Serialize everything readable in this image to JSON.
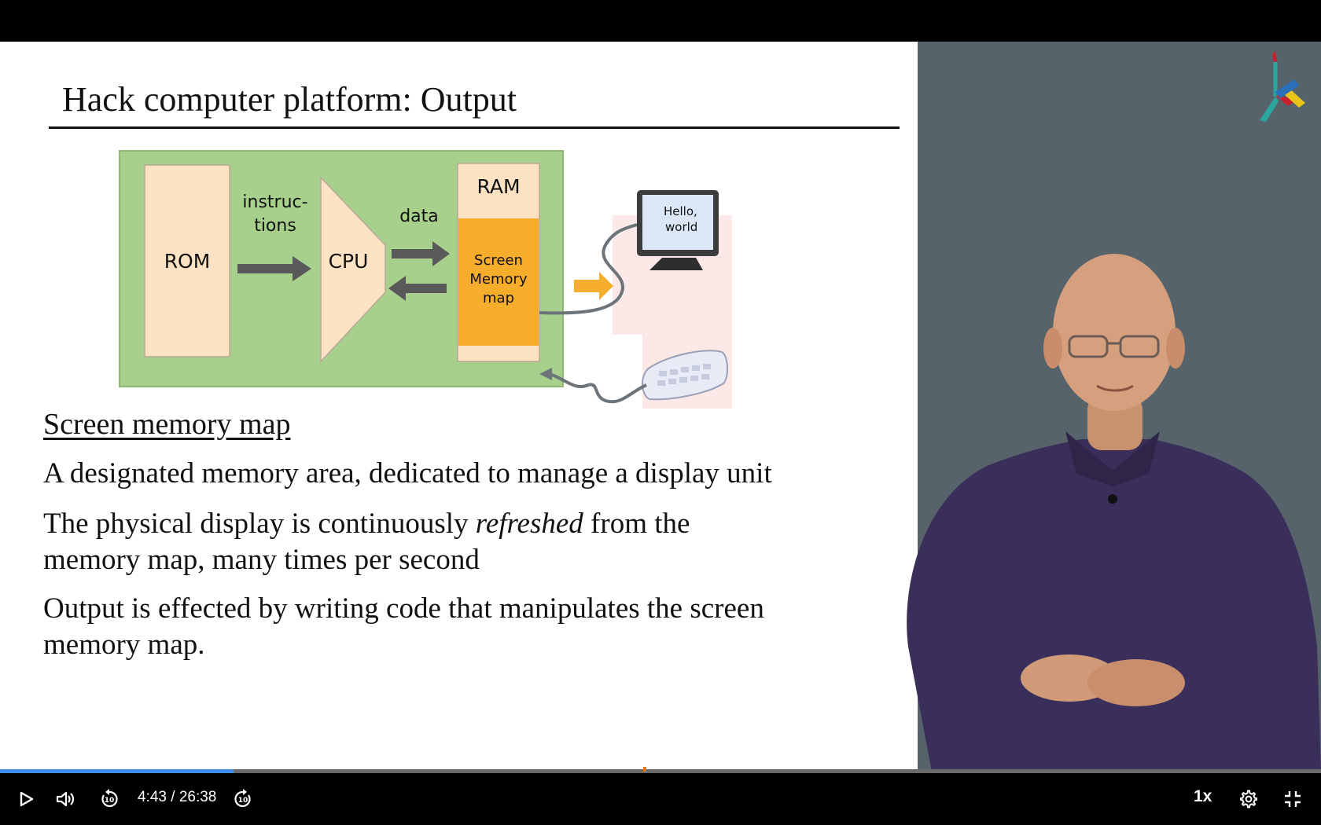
{
  "slide": {
    "title": "Hack computer platform: Output",
    "diagram": {
      "rom_label": "ROM",
      "instructions_label_line1": "instruc-",
      "instructions_label_line2": "tions",
      "cpu_label": "CPU",
      "data_label": "data",
      "ram_label": "RAM",
      "screen_memory_line1": "Screen",
      "screen_memory_line2": "Memory",
      "screen_memory_line3": "map",
      "monitor_text_line1": "Hello,",
      "monitor_text_line2": "world"
    },
    "heading": "Screen memory map",
    "para1": "A designated memory area, dedicated to manage a display unit",
    "para2_before": "The physical display is continuously ",
    "para2_em": "refreshed",
    "para2_after_line1": " from the",
    "para2_line2": "memory map, many times per second",
    "para3_line1": "Output is effected by writing code that manipulates the screen",
    "para3_line2": "memory map."
  },
  "player": {
    "current_time": "4:43",
    "separator": " / ",
    "duration": "26:38",
    "progress": 0.177,
    "speed": "1x",
    "rewind_seconds": "10",
    "forward_seconds": "10"
  },
  "colors": {
    "accent_progress": "#3f8fe8",
    "diagram_green": "#a8d08d",
    "component_peach": "#fde3c4",
    "screen_orange": "#f6ad2b",
    "arrow_gray": "#595959",
    "side_panel": "#56636b"
  },
  "icons": {
    "play": "play-icon",
    "volume": "volume-icon",
    "rewind": "rewind-10-icon",
    "forward": "forward-10-icon",
    "settings": "gear-icon",
    "fullscreen": "exit-fullscreen-icon"
  }
}
